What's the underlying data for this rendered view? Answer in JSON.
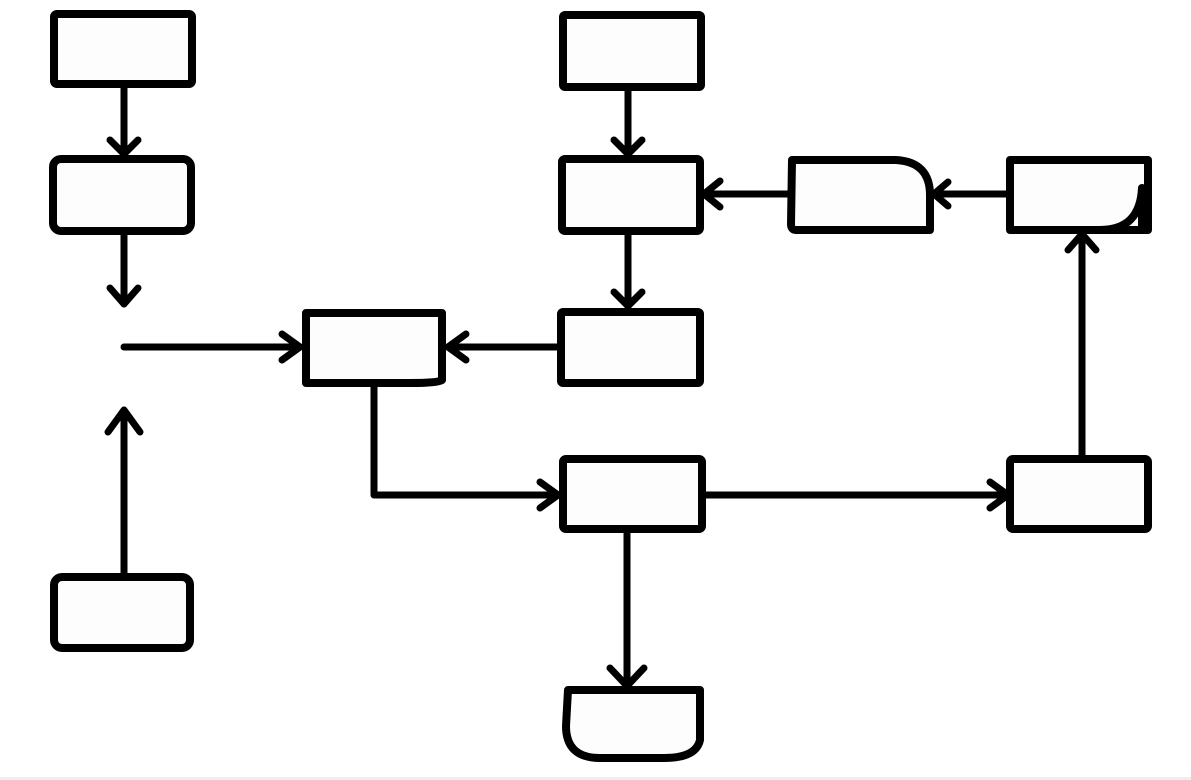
{
  "diagram": {
    "type": "flowchart",
    "nodes": [
      {
        "id": "n1",
        "label": ""
      },
      {
        "id": "n2",
        "label": ""
      },
      {
        "id": "n3",
        "label": ""
      },
      {
        "id": "n4",
        "label": ""
      },
      {
        "id": "n5",
        "label": ""
      },
      {
        "id": "n6",
        "label": ""
      },
      {
        "id": "n7",
        "label": ""
      },
      {
        "id": "n8",
        "label": ""
      },
      {
        "id": "n9",
        "label": ""
      },
      {
        "id": "n10",
        "label": ""
      },
      {
        "id": "n11",
        "label": ""
      },
      {
        "id": "n12",
        "label": ""
      }
    ],
    "edges": [
      {
        "from": "n1",
        "to": "n2"
      },
      {
        "from": "n2",
        "to": "n4"
      },
      {
        "from": "n3",
        "to": "n4"
      },
      {
        "from": "n5",
        "to": "n6"
      },
      {
        "from": "n6",
        "to": "n9"
      },
      {
        "from": "n7",
        "to": "n6"
      },
      {
        "from": "n8",
        "to": "n7"
      },
      {
        "from": "n9",
        "to": "n4"
      },
      {
        "from": "n4",
        "to": "n10"
      },
      {
        "from": "n10",
        "to": "n11"
      },
      {
        "from": "n10",
        "to": "n12"
      },
      {
        "from": "n11",
        "to": "n8"
      }
    ]
  }
}
